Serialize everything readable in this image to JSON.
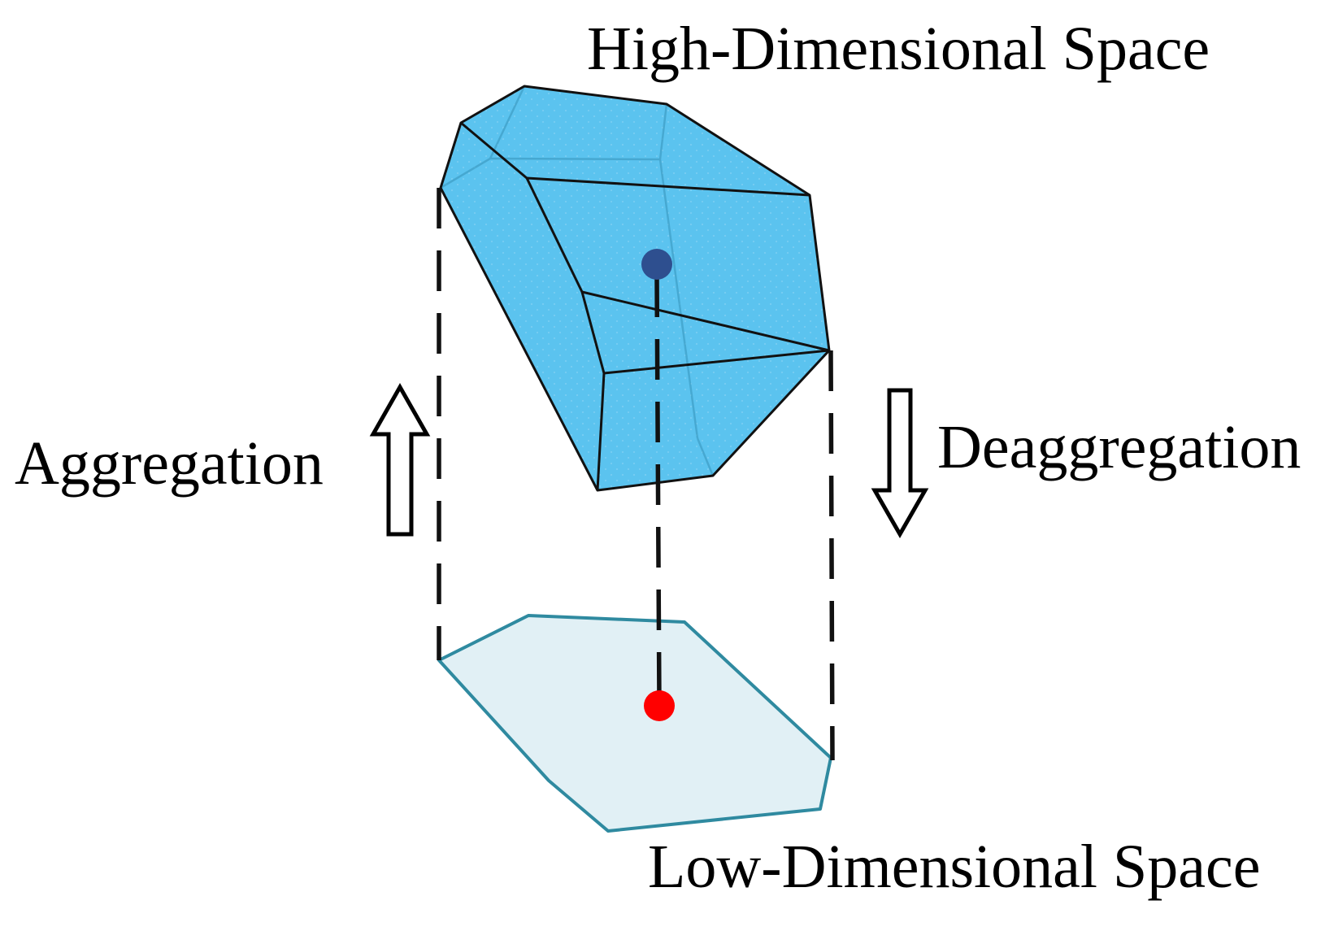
{
  "labels": {
    "high_dimensional_space": "High-Dimensional Space",
    "low_dimensional_space": "Low-Dimensional Space",
    "aggregation": "Aggregation",
    "deaggregation": "Deaggregation"
  },
  "colors": {
    "polytope_fill": "#5bc3ef",
    "polytope_edge": "#111111",
    "polytope_hidden_edge": "#3fa0c8",
    "projection_fill": "#e1f0f5",
    "projection_edge": "#2f8aa0",
    "high_point": "#2e4f8f",
    "low_point": "#ff0000",
    "dashed_line": "#111111",
    "arrow_outline": "#000000"
  }
}
